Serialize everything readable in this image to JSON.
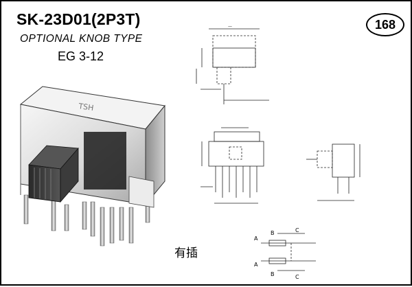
{
  "header": {
    "title": "SK-23D01(2P3T)",
    "subtitle": "OPTIONAL KNOB TYPE",
    "model": "EG 3-12",
    "page_number": "168"
  },
  "photo": {
    "brand_mark": "TSH"
  },
  "note": {
    "text": "有插"
  },
  "circuit": {
    "labels": [
      "A",
      "B",
      "C",
      "A",
      "B",
      "C"
    ]
  }
}
